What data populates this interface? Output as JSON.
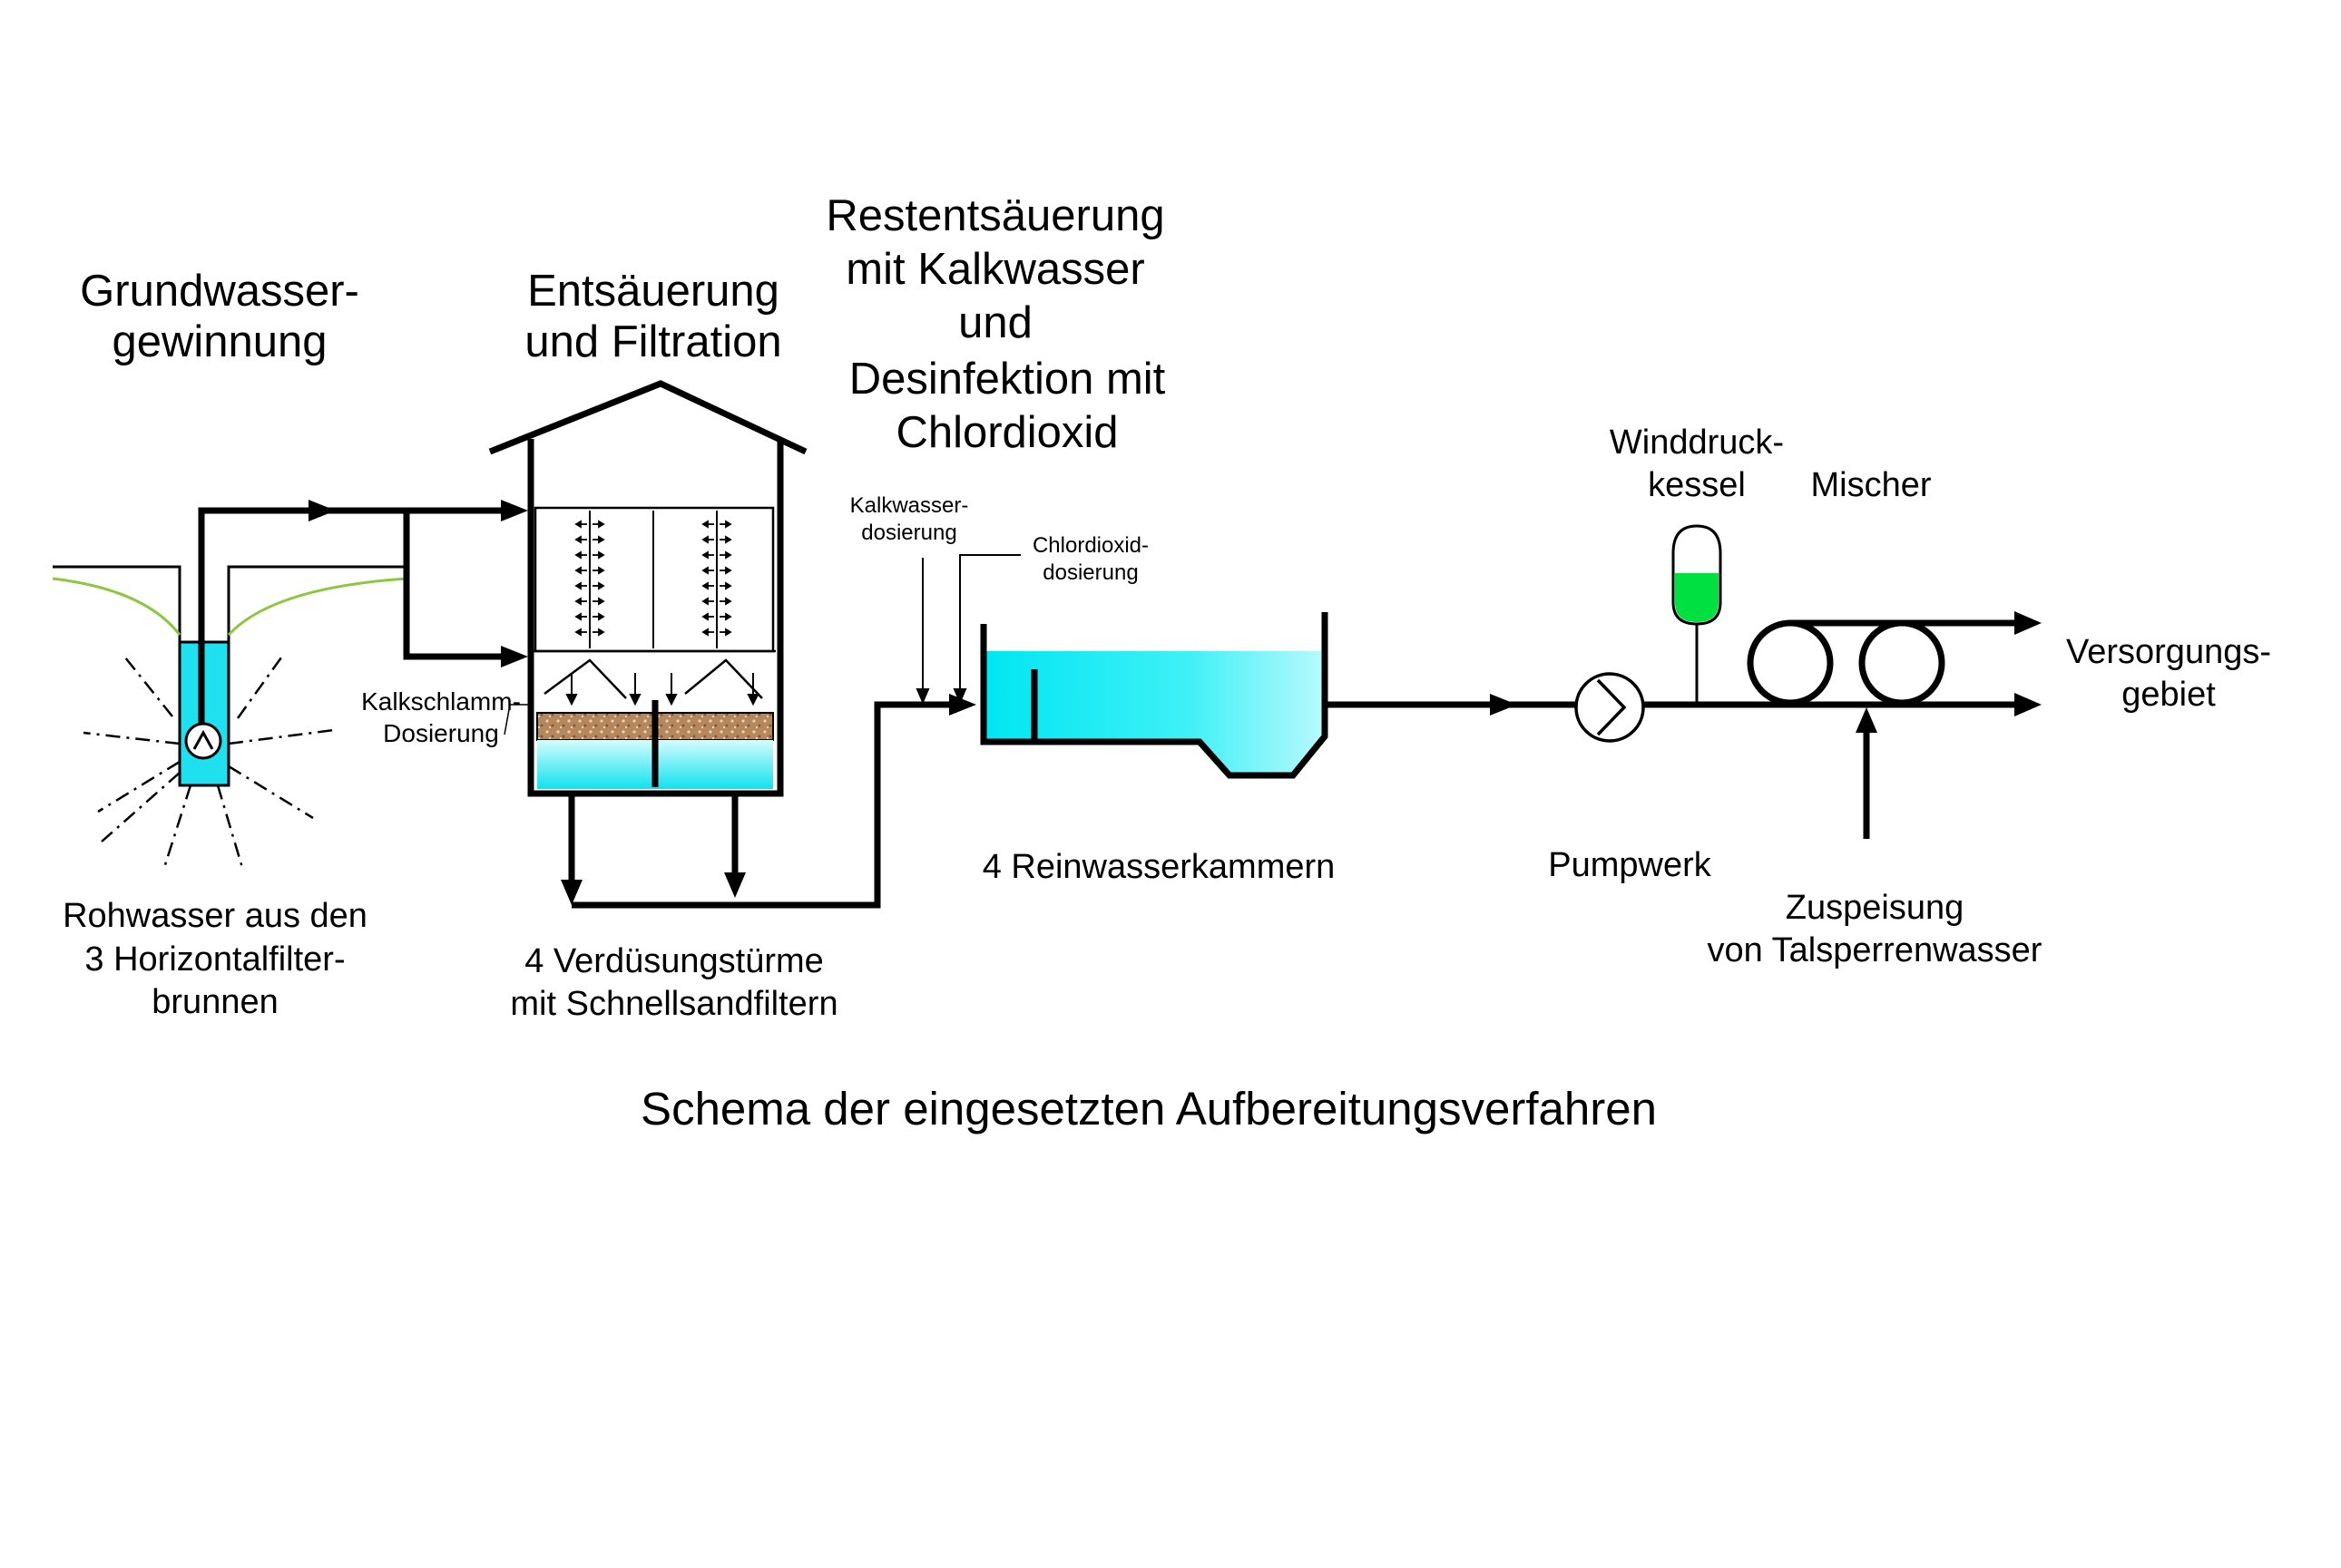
{
  "headings": {
    "grundwasser": [
      "Grundwasser-",
      "gewinnung"
    ],
    "entsaeuerung": [
      "Entsäuerung",
      "und Filtration"
    ],
    "restentsaeuerung": [
      "Restentsäuerung",
      "mit Kalkwasser",
      "und",
      "Desinfektion mit",
      "Chlordioxid"
    ]
  },
  "labels": {
    "rohwasser": [
      "Rohwasser aus den",
      "3 Horizontalfilter-",
      "brunnen"
    ],
    "kalkschlamm": [
      "Kalkschlamm-",
      "Dosierung"
    ],
    "verduesung": [
      "4 Verdüsungstürme",
      "mit Schnellsandfiltern"
    ],
    "kalkwasser": [
      "Kalkwasser-",
      "dosierung"
    ],
    "chlordioxid": [
      "Chlordioxid-",
      "dosierung"
    ],
    "reinwasser": [
      "4 Reinwasserkammern"
    ],
    "pumpwerk": [
      "Pumpwerk"
    ],
    "winddruck": [
      "Winddruck-",
      "kessel"
    ],
    "mischer": [
      "Mischer"
    ],
    "versorgung": [
      "Versorgungs-",
      "gebiet"
    ],
    "zuspeisung": [
      "Zuspeisung",
      "von Talsperrenwasser"
    ]
  },
  "caption": "Schema der eingesetzten Aufbereitungsverfahren",
  "colors": {
    "water": "#1ee8f0",
    "water_light": "#c8fbfd",
    "tank_green": "#00e040",
    "sand": "#b5875c",
    "ground_curve": "#8ec63f",
    "line": "#000000"
  }
}
